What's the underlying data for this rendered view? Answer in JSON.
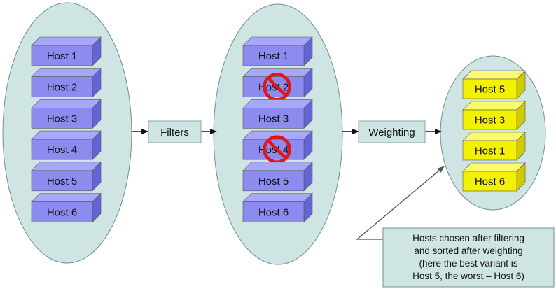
{
  "columns": {
    "all_hosts": [
      "Host 1",
      "Host 2",
      "Host 3",
      "Host 4",
      "Host 5",
      "Host 6"
    ],
    "filtered_hosts": [
      {
        "label": "Host 1",
        "rejected": false
      },
      {
        "label": "Host 2",
        "rejected": true
      },
      {
        "label": "Host 3",
        "rejected": false
      },
      {
        "label": "Host 4",
        "rejected": true
      },
      {
        "label": "Host 5",
        "rejected": false
      },
      {
        "label": "Host 6",
        "rejected": false
      }
    ],
    "weighted_hosts": [
      "Host 5",
      "Host 3",
      "Host 1",
      "Host 6"
    ]
  },
  "steps": {
    "filters_label": "Filters",
    "weighting_label": "Weighting"
  },
  "note": {
    "lines": [
      "Hosts chosen after filtering",
      "and sorted after weighting",
      "(here the best variant is",
      "Host 5, the worst – Host 6)"
    ]
  },
  "colors": {
    "ellipse_fill": "#cfe5e3",
    "ellipse_stroke": "#6f8f8d",
    "host_blue_front": "#8b8bf0",
    "host_blue_top": "#a8a8fb",
    "host_blue_side": "#6464d6",
    "host_yellow_front": "#f3f000",
    "host_yellow_top": "#fbfa6a",
    "host_yellow_side": "#cfcb00",
    "step_box_fill": "#cfe5e3",
    "reject_red": "#e01616"
  }
}
